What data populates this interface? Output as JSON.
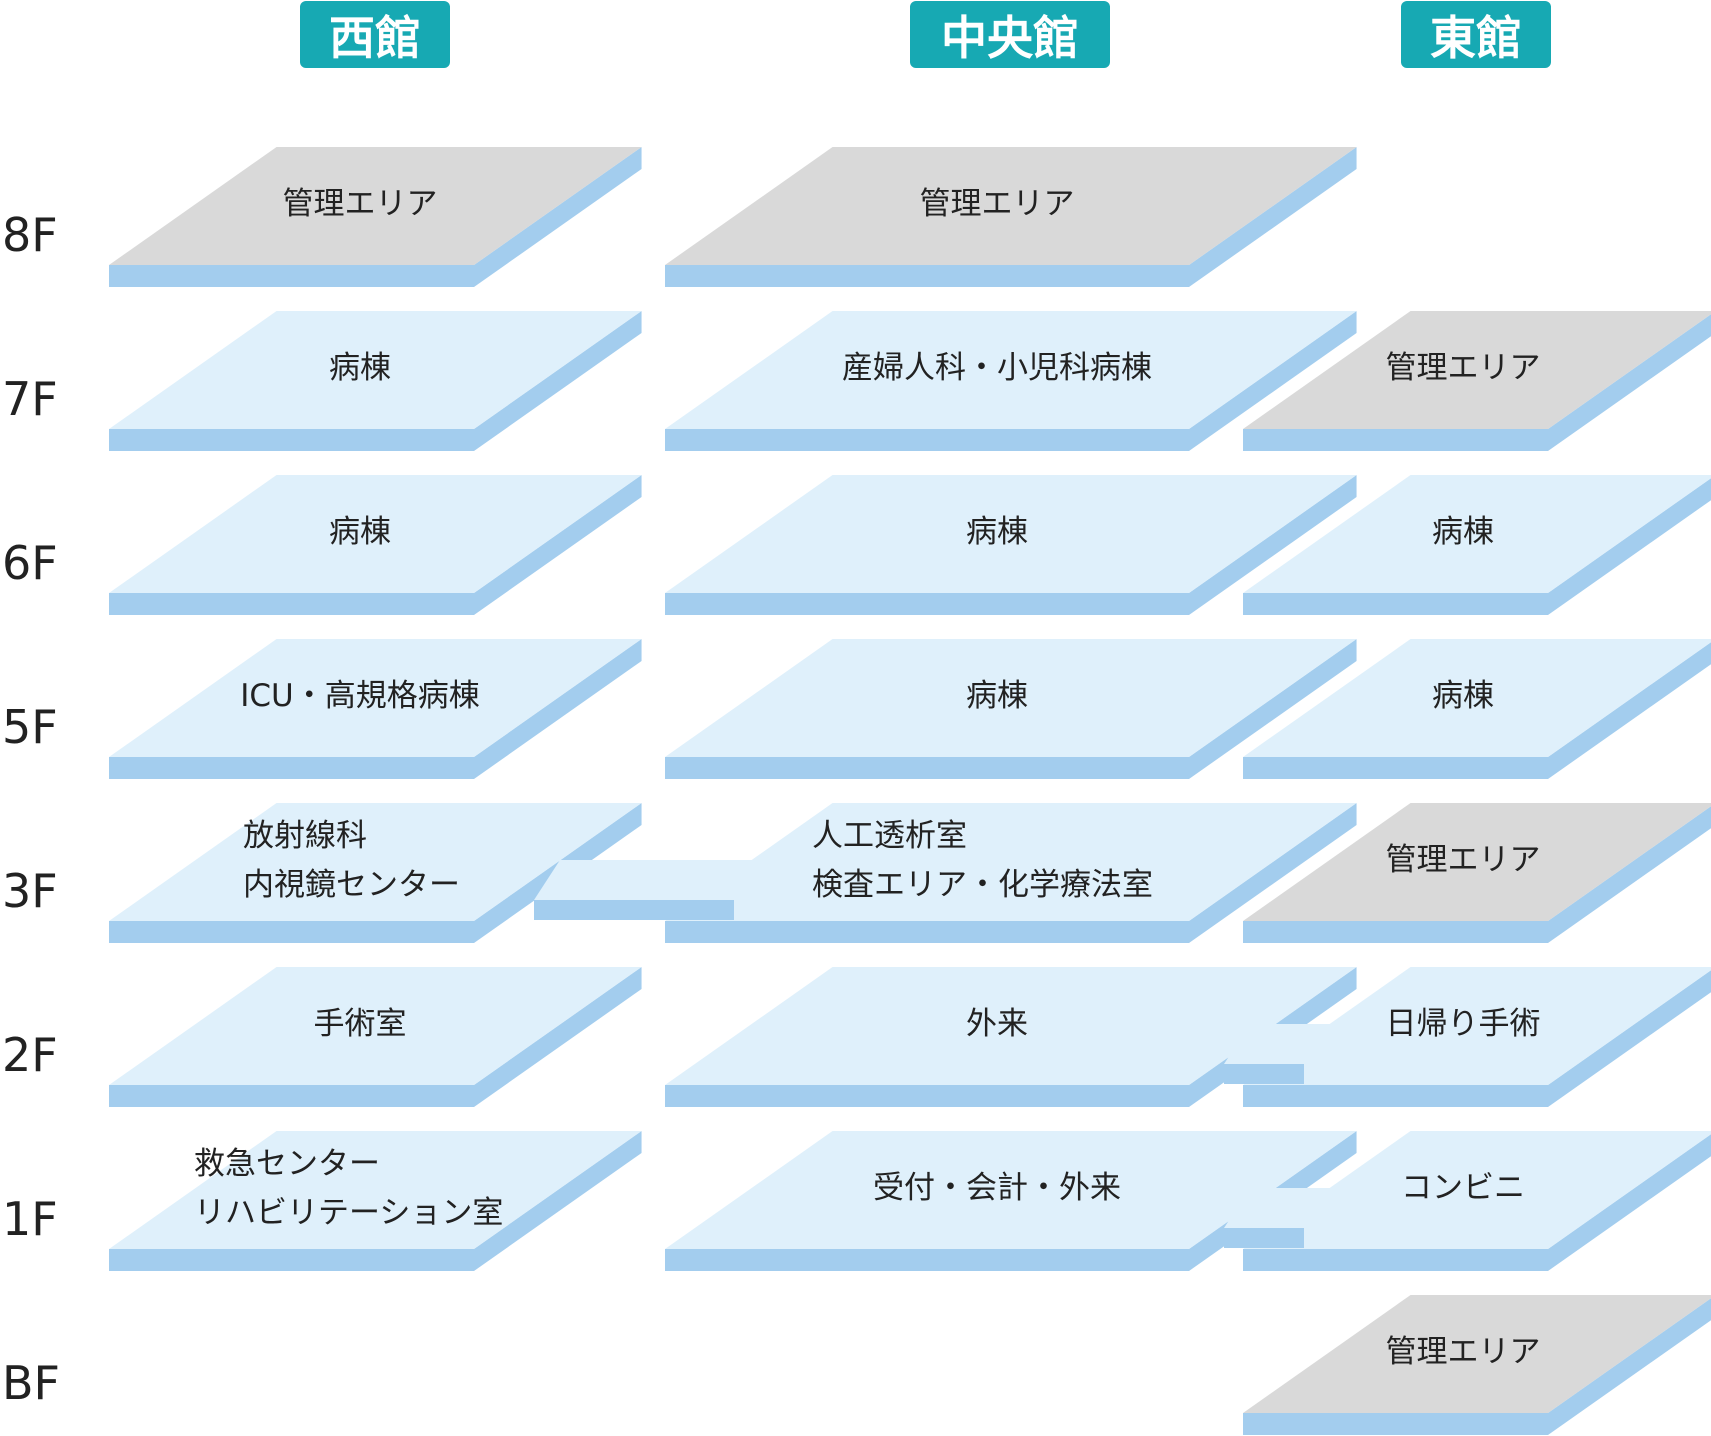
{
  "buildings": [
    {
      "key": "west",
      "name": "西館"
    },
    {
      "key": "central",
      "name": "中央館"
    },
    {
      "key": "east",
      "name": "東館"
    }
  ],
  "floors": [
    "8F",
    "7F",
    "6F",
    "5F",
    "3F",
    "2F",
    "1F",
    "BF"
  ],
  "colors": {
    "header": "#17a9b3",
    "ward_top": "#dff0fb",
    "ward_edge": "#a3cdee",
    "admin_top": "#d9d9d9",
    "text": "#222222"
  },
  "areas": {
    "west": {
      "f8": {
        "type": "admin",
        "lines": [
          "管理エリア"
        ]
      },
      "f7": {
        "type": "ward",
        "lines": [
          "病棟"
        ]
      },
      "f6": {
        "type": "ward",
        "lines": [
          "病棟"
        ]
      },
      "f5": {
        "type": "ward",
        "lines": [
          "ICU・高規格病棟"
        ]
      },
      "f3": {
        "type": "ward",
        "lines": [
          "放射線科",
          "内視鏡センター"
        ]
      },
      "f2": {
        "type": "ward",
        "lines": [
          "手術室"
        ]
      },
      "f1": {
        "type": "ward",
        "lines": [
          "救急センター",
          "リハビリテーション室"
        ]
      }
    },
    "central": {
      "f8": {
        "type": "admin",
        "lines": [
          "管理エリア"
        ]
      },
      "f7": {
        "type": "ward",
        "lines": [
          "産婦人科・小児科病棟"
        ]
      },
      "f6": {
        "type": "ward",
        "lines": [
          "病棟"
        ]
      },
      "f5": {
        "type": "ward",
        "lines": [
          "病棟"
        ]
      },
      "f3": {
        "type": "ward",
        "lines": [
          "人工透析室",
          "検査エリア・化学療法室"
        ]
      },
      "f2": {
        "type": "ward",
        "lines": [
          "外来"
        ]
      },
      "f1": {
        "type": "ward",
        "lines": [
          "受付・会計・外来"
        ]
      }
    },
    "east": {
      "f7": {
        "type": "admin",
        "lines": [
          "管理エリア"
        ]
      },
      "f6": {
        "type": "ward",
        "lines": [
          "病棟"
        ]
      },
      "f5": {
        "type": "ward",
        "lines": [
          "病棟"
        ]
      },
      "f3": {
        "type": "admin",
        "lines": [
          "管理エリア"
        ]
      },
      "f2": {
        "type": "ward",
        "lines": [
          "日帰り手術"
        ]
      },
      "f1": {
        "type": "ward",
        "lines": [
          "コンビニ"
        ]
      },
      "bf": {
        "type": "admin",
        "lines": [
          "管理エリア"
        ]
      }
    }
  }
}
